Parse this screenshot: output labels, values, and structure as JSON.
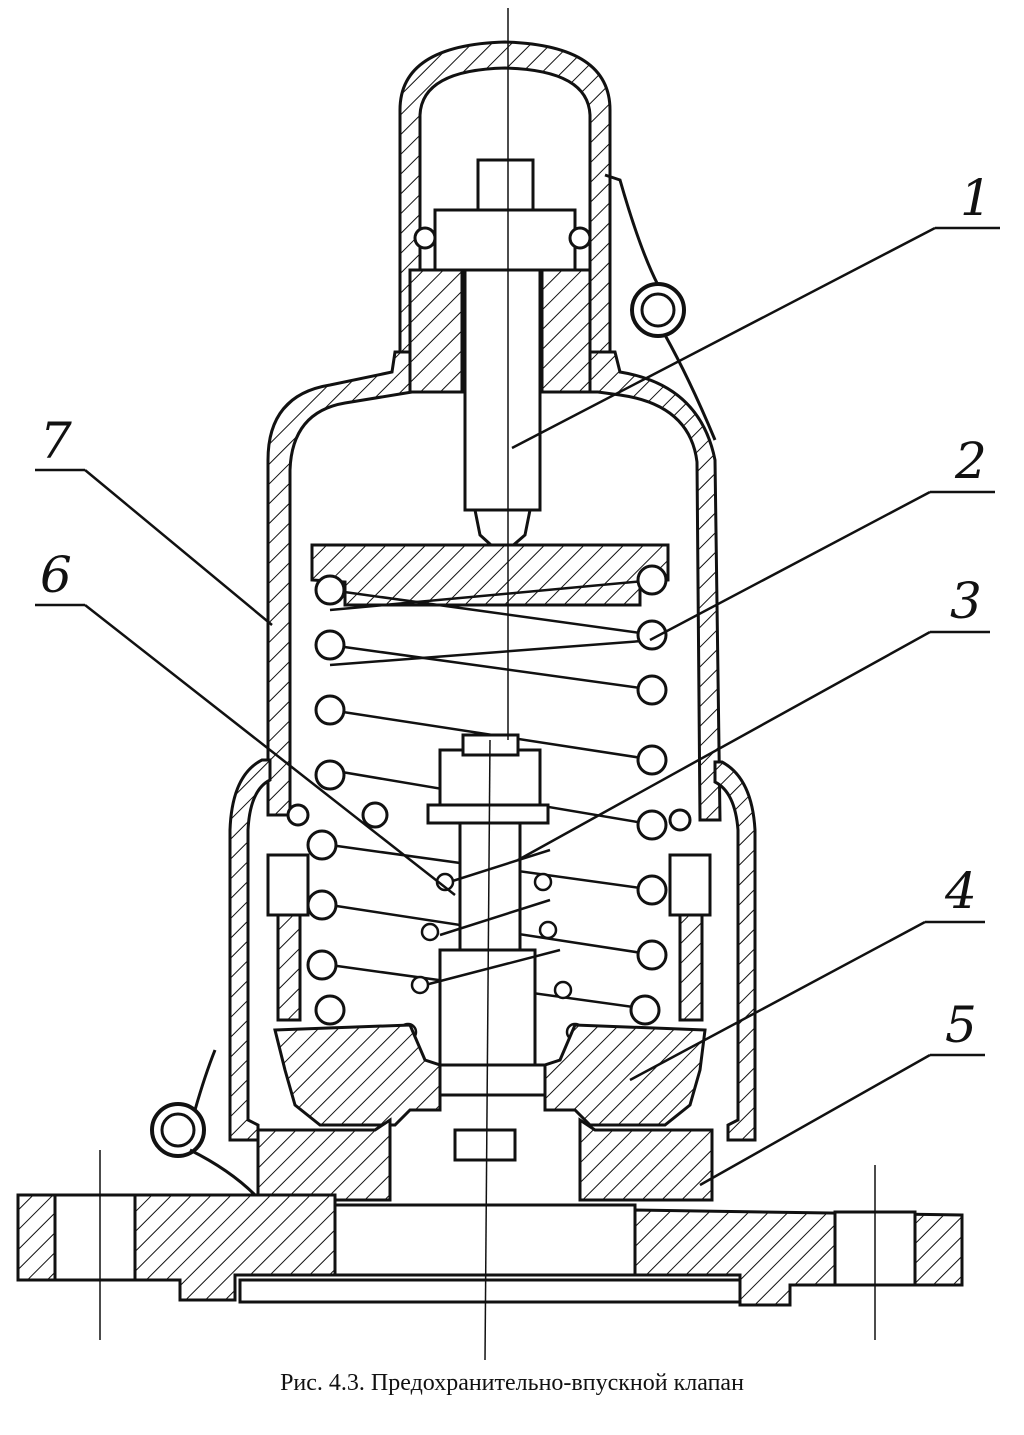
{
  "figure": {
    "caption": "Рис. 4.3. Предохранительно-впускной клапан",
    "callouts": [
      {
        "id": "1",
        "text": "1"
      },
      {
        "id": "2",
        "text": "2"
      },
      {
        "id": "3",
        "text": "3"
      },
      {
        "id": "4",
        "text": "4"
      },
      {
        "id": "5",
        "text": "5"
      },
      {
        "id": "6",
        "text": "6"
      },
      {
        "id": "7",
        "text": "7"
      }
    ]
  }
}
